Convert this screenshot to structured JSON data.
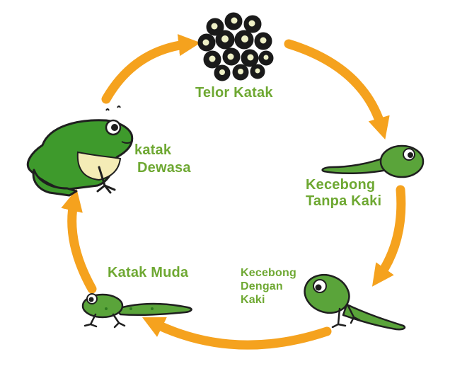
{
  "diagram": {
    "stages": {
      "eggs": {
        "label": "Telor Katak"
      },
      "tadpole": {
        "line1": "Kecebong",
        "line2": "Tanpa Kaki"
      },
      "tadpole_legs": {
        "line1": "Kecebong",
        "line2": "Dengan",
        "line3": "Kaki"
      },
      "froglet": {
        "label": "Katak Muda"
      },
      "adult": {
        "line1": "katak",
        "line2": "Dewasa"
      }
    },
    "colors": {
      "arrow": "#f5a21e",
      "label": "#6ea832",
      "frog_green": "#3e9a2c",
      "frog_belly": "#f4ecb6",
      "tadpole_green": "#5aa43a",
      "egg_dark": "#1a1a1a",
      "egg_yolk": "#eef0c6"
    }
  }
}
